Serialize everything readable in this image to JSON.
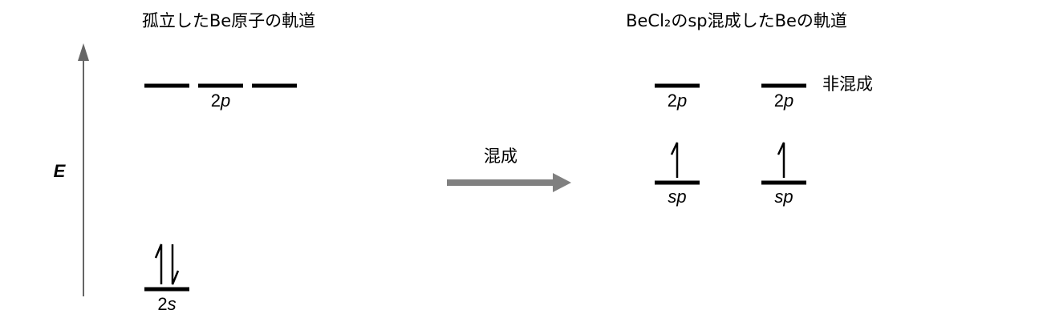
{
  "left_title": "孤立したBe原子の軌道",
  "right_title": "BeCl₂のsp混成したBeの軌道",
  "energy_axis_label": "E",
  "arrow_label": "混成",
  "unhybridized_label": "非混成",
  "orbitals": {
    "left_2p": {
      "prefix": "2",
      "italic": "p"
    },
    "left_2s": {
      "prefix": "2",
      "italic": "s"
    },
    "right_2p_a": {
      "prefix": "2",
      "italic": "p"
    },
    "right_2p_b": {
      "prefix": "2",
      "italic": "p"
    },
    "right_sp_a": {
      "prefix": "",
      "italic": "sp"
    },
    "right_sp_b": {
      "prefix": "",
      "italic": "sp"
    }
  },
  "electrons": {
    "left_2s": 2,
    "left_2p": 0,
    "right_sp_a": 1,
    "right_sp_b": 1,
    "right_2p_a": 0,
    "right_2p_b": 0
  },
  "colors": {
    "axis": "#666666",
    "arrow": "#808080",
    "level": "#000000"
  }
}
